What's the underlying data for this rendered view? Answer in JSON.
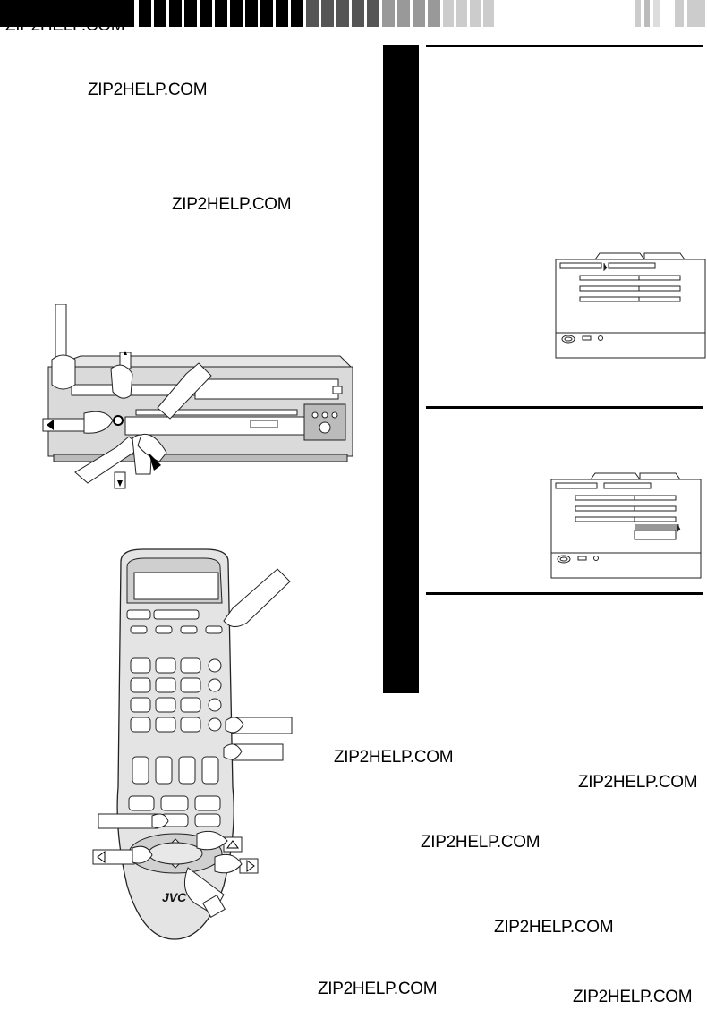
{
  "watermarks": [
    {
      "text": "ZIP2HELP.COM"
    },
    {
      "text": "ZIP2HELP.COM"
    },
    {
      "text": "ZIP2HELP.COM"
    },
    {
      "text": "ZIP2HELP.COM"
    },
    {
      "text": "ZIP2HELP.COM"
    },
    {
      "text": "ZIP2HELP.COM"
    },
    {
      "text": "ZIP2HELP.COM"
    },
    {
      "text": "ZIP2HELP.COM"
    },
    {
      "text": "ZIP2HELP.COM"
    }
  ],
  "remote": {
    "brand": "JVC"
  },
  "colors": {
    "ink": "#000000",
    "gray": "#999999",
    "panel": "#d9d9d9",
    "paper": "#ffffff"
  }
}
